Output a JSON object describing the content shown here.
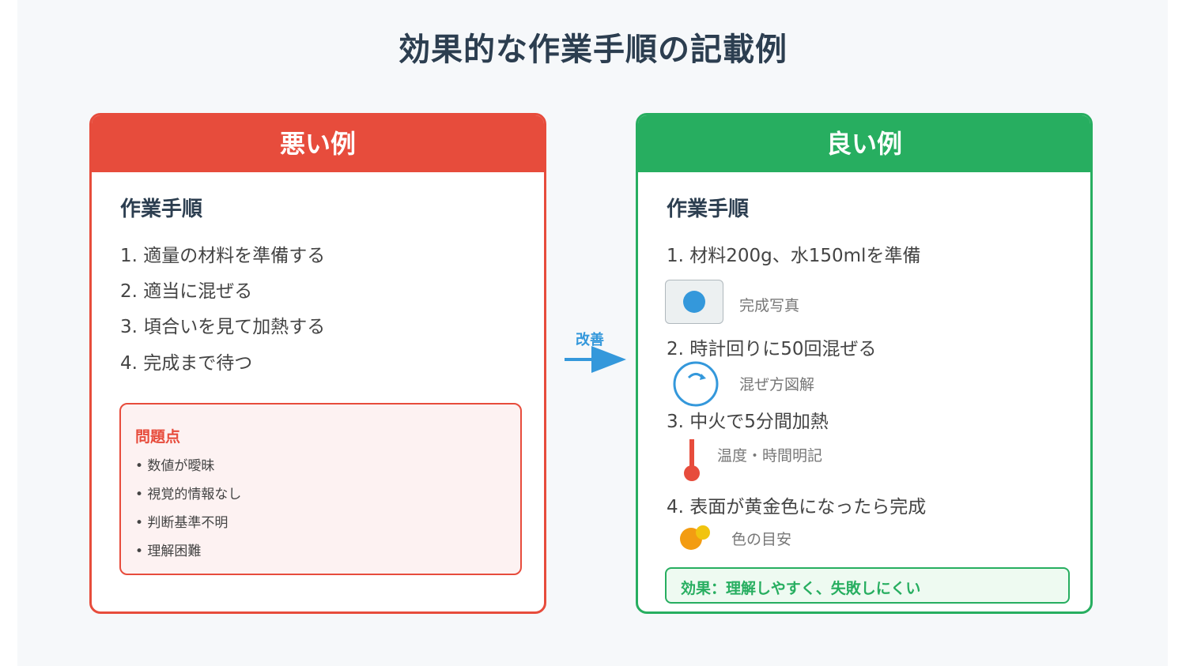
{
  "title": "効果的な作業手順の記載例",
  "bad": {
    "header": "悪い例",
    "section_title": "作業手順",
    "steps": [
      "1. 適量の材料を準備する",
      "2. 適当に混ぜる",
      "3. 頃合いを見て加熱する",
      "4. 完成まで待つ"
    ],
    "problems": {
      "title": "問題点",
      "items": [
        "• 数値が曖昧",
        "• 視覚的情報なし",
        "• 判断基準不明",
        "• 理解困難"
      ]
    }
  },
  "arrow": {
    "label": "改善"
  },
  "good": {
    "header": "良い例",
    "section_title": "作業手順",
    "steps": [
      {
        "text": "1. 材料200g、水150mlを準備",
        "caption": "完成写真",
        "icon": "photo-icon"
      },
      {
        "text": "2. 時計回りに50回混ぜる",
        "caption": "混ぜ方図解",
        "icon": "clockwise-circle-icon"
      },
      {
        "text": "3. 中火で5分間加熱",
        "caption": "温度・時間明記",
        "icon": "thermometer-icon"
      },
      {
        "text": "4. 表面が黄金色になったら完成",
        "caption": "色の目安",
        "icon": "color-swatch-icon"
      }
    ],
    "result": "効果：理解しやすく、失敗しにくい"
  },
  "colors": {
    "bad": "#e74c3c",
    "good": "#27ae60",
    "accent": "#3498db",
    "title": "#2c3e50",
    "gold": "#f39c12",
    "yellow": "#f1c40f"
  }
}
